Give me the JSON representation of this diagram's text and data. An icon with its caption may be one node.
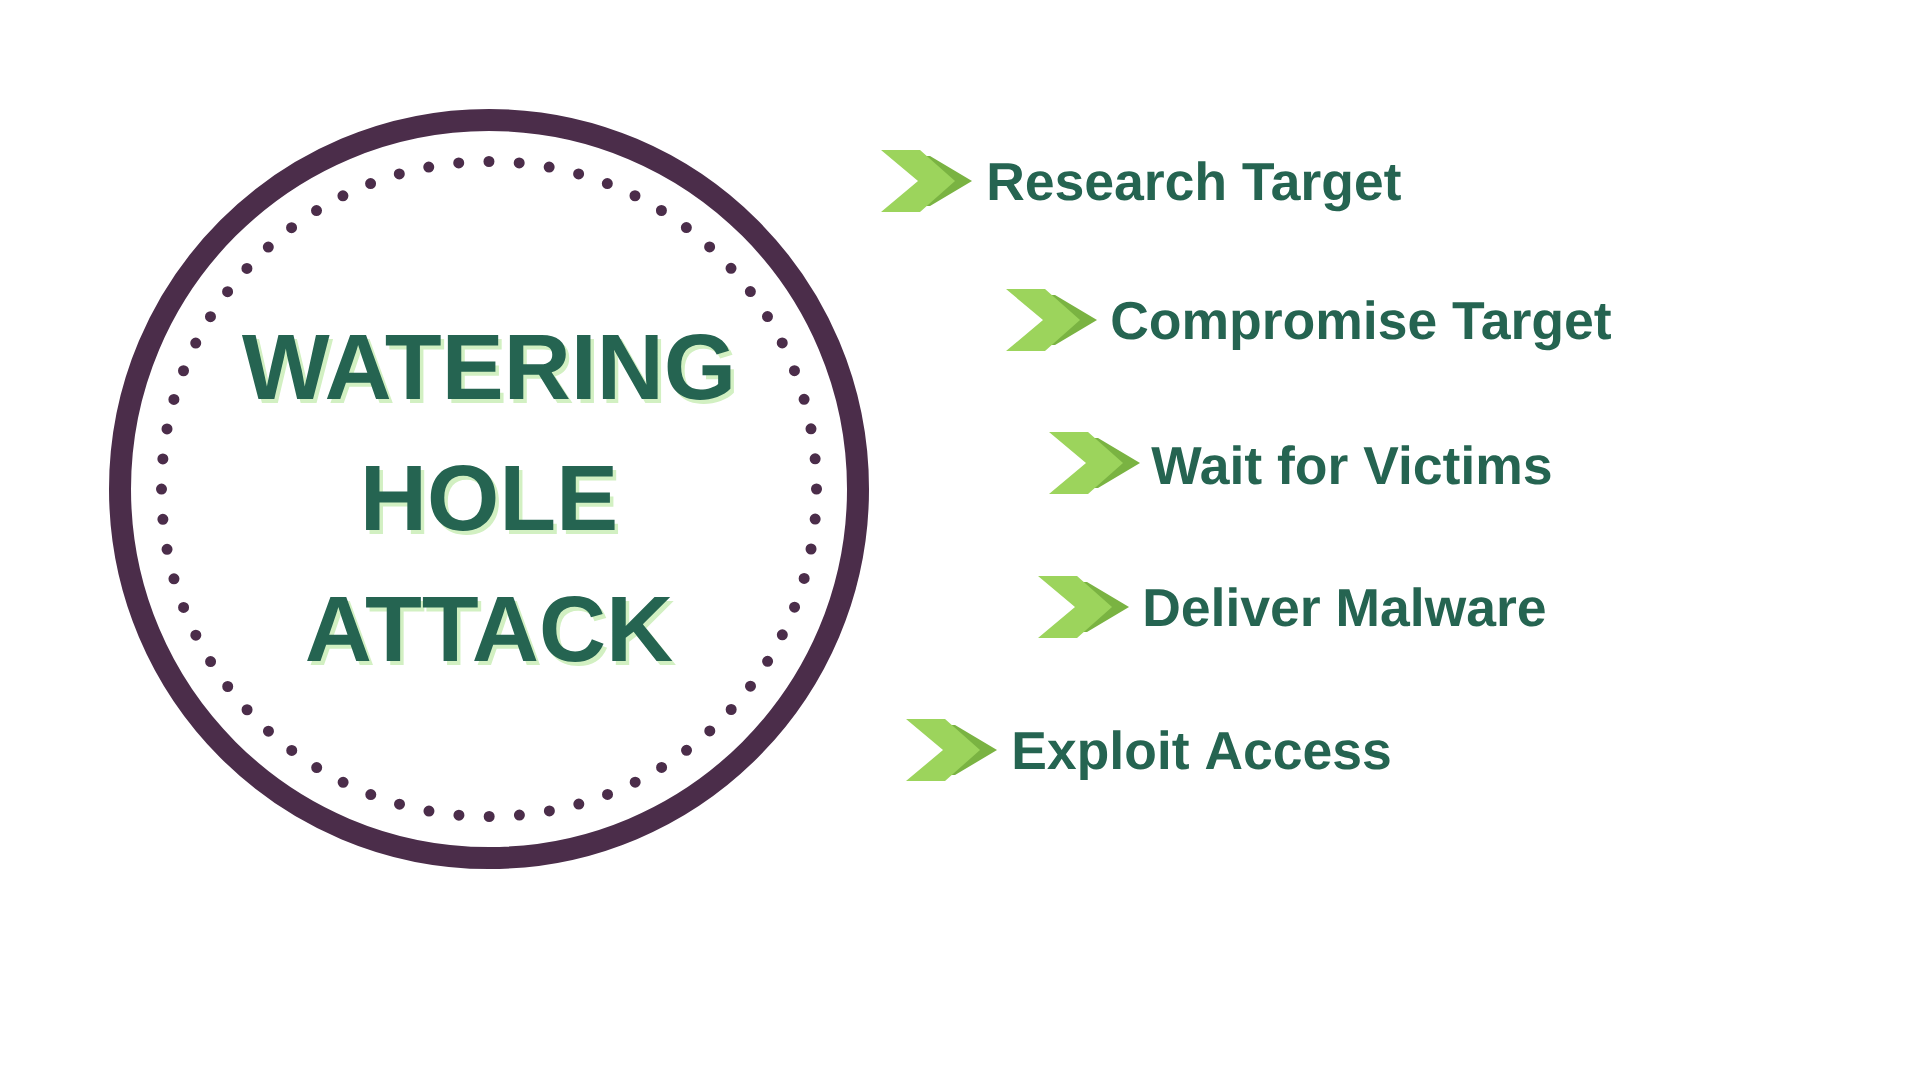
{
  "diagram": {
    "nodes": [
      {
        "text": [
          "WATERING HOLE ATTACK"
        ]
      }
    ],
    "labels": [
      "Research Target",
      "Compromise Target",
      "Wait for Victims",
      "Deliver Malware",
      "Exploit Access"
    ]
  }
}
